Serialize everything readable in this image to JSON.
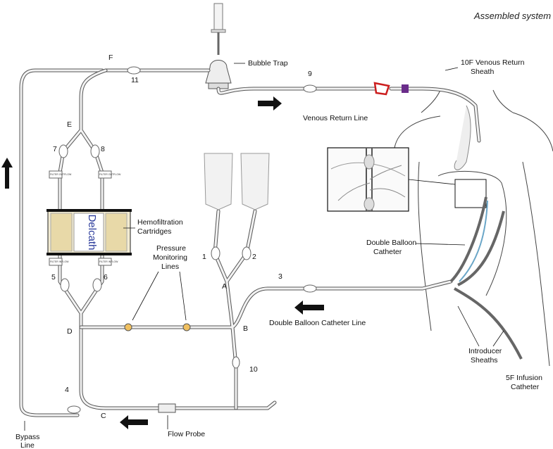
{
  "title": "Assembled system",
  "labels": {
    "bubble_trap": "Bubble Trap",
    "venous_sheath_line1": "10F Venous Return",
    "venous_sheath_line2": "Sheath",
    "venous_return_line": "Venous Return Line",
    "hemofiltration_line1": "Hemofiltration",
    "hemofiltration_line2": "Cartridges",
    "double_balloon_line1": "Double Balloon",
    "double_balloon_line2": "Catheter",
    "pressure_line1": "Pressure",
    "pressure_line2": "Monitoring",
    "pressure_line3": "Lines",
    "catheter_line": "Double Balloon Catheter Line",
    "introducer_line1": "Introducer",
    "introducer_line2": "Sheaths",
    "infusion_line1": "5F Infusion",
    "infusion_line2": "Catheter",
    "flow_probe": "Flow Probe",
    "bypass_line1": "Bypass",
    "bypass_line2": "Line"
  },
  "junctions": {
    "a": "A",
    "b": "B",
    "c": "C",
    "d": "D",
    "e": "E",
    "f": "F"
  },
  "clamps": {
    "n1": "1",
    "n2": "2",
    "n3": "3",
    "n4": "4",
    "n5": "5",
    "n6": "6",
    "n7": "7",
    "n8": "8",
    "n9": "9",
    "n10": "10",
    "n11": "11"
  },
  "tags": {
    "filter_outflow": "FILTER OUTFLOW",
    "filter_inflow": "FILTER INFLOW"
  },
  "cartridge_brand": "Delcath",
  "colors": {
    "tube": "#555555",
    "cartridge": "#e8d9a8",
    "brand": "#2a3a9a",
    "clamp_red": "#cc1f1f",
    "sheath_purple": "#6a2c8a",
    "catheter_blue": "#6aa6c8"
  }
}
